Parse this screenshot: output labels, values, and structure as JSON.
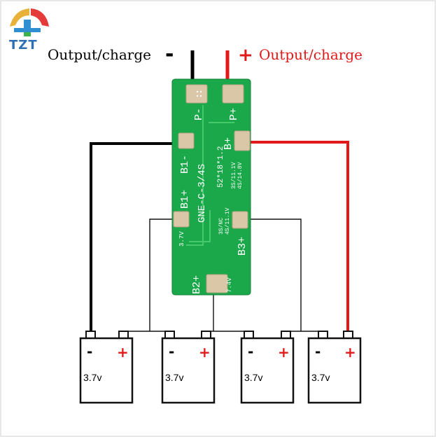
{
  "logo": {
    "text": "TZT",
    "colors": [
      "#e8b13a",
      "#2f8fd1",
      "#e53a3a",
      "#3bb34a"
    ]
  },
  "output_negative": {
    "label": "Output/charge",
    "sign": "-"
  },
  "output_positive": {
    "label": "Output/charge",
    "sign": "+"
  },
  "board": {
    "model": "GNE-C-3/4S",
    "spec": "52*18*1.2",
    "color": "#1aa84a",
    "pads": {
      "p_minus": "P-",
      "p_plus": "P+",
      "b1_minus": "B1-",
      "b1_plus": "B1+",
      "b_plus": "B+",
      "b3_plus": "B3+",
      "b2_plus": "B2+"
    },
    "marks": {
      "v37": "3.7V",
      "v74": "7.4V",
      "config_top_1": "3S/11.1V",
      "config_top_2": "4S/14.8V",
      "config_mid_1": "3S/NC",
      "config_mid_2": "4S/11.1V"
    }
  },
  "batteries": [
    {
      "voltage": "3.7v",
      "neg": "-",
      "pos": "+"
    },
    {
      "voltage": "3.7v",
      "neg": "-",
      "pos": "+"
    },
    {
      "voltage": "3.7v",
      "neg": "-",
      "pos": "+"
    },
    {
      "voltage": "3.7v",
      "neg": "-",
      "pos": "+"
    }
  ],
  "colors": {
    "positive": "#e31818",
    "negative": "#000000",
    "wire": "#111111",
    "pad": "#d9c7a8"
  }
}
